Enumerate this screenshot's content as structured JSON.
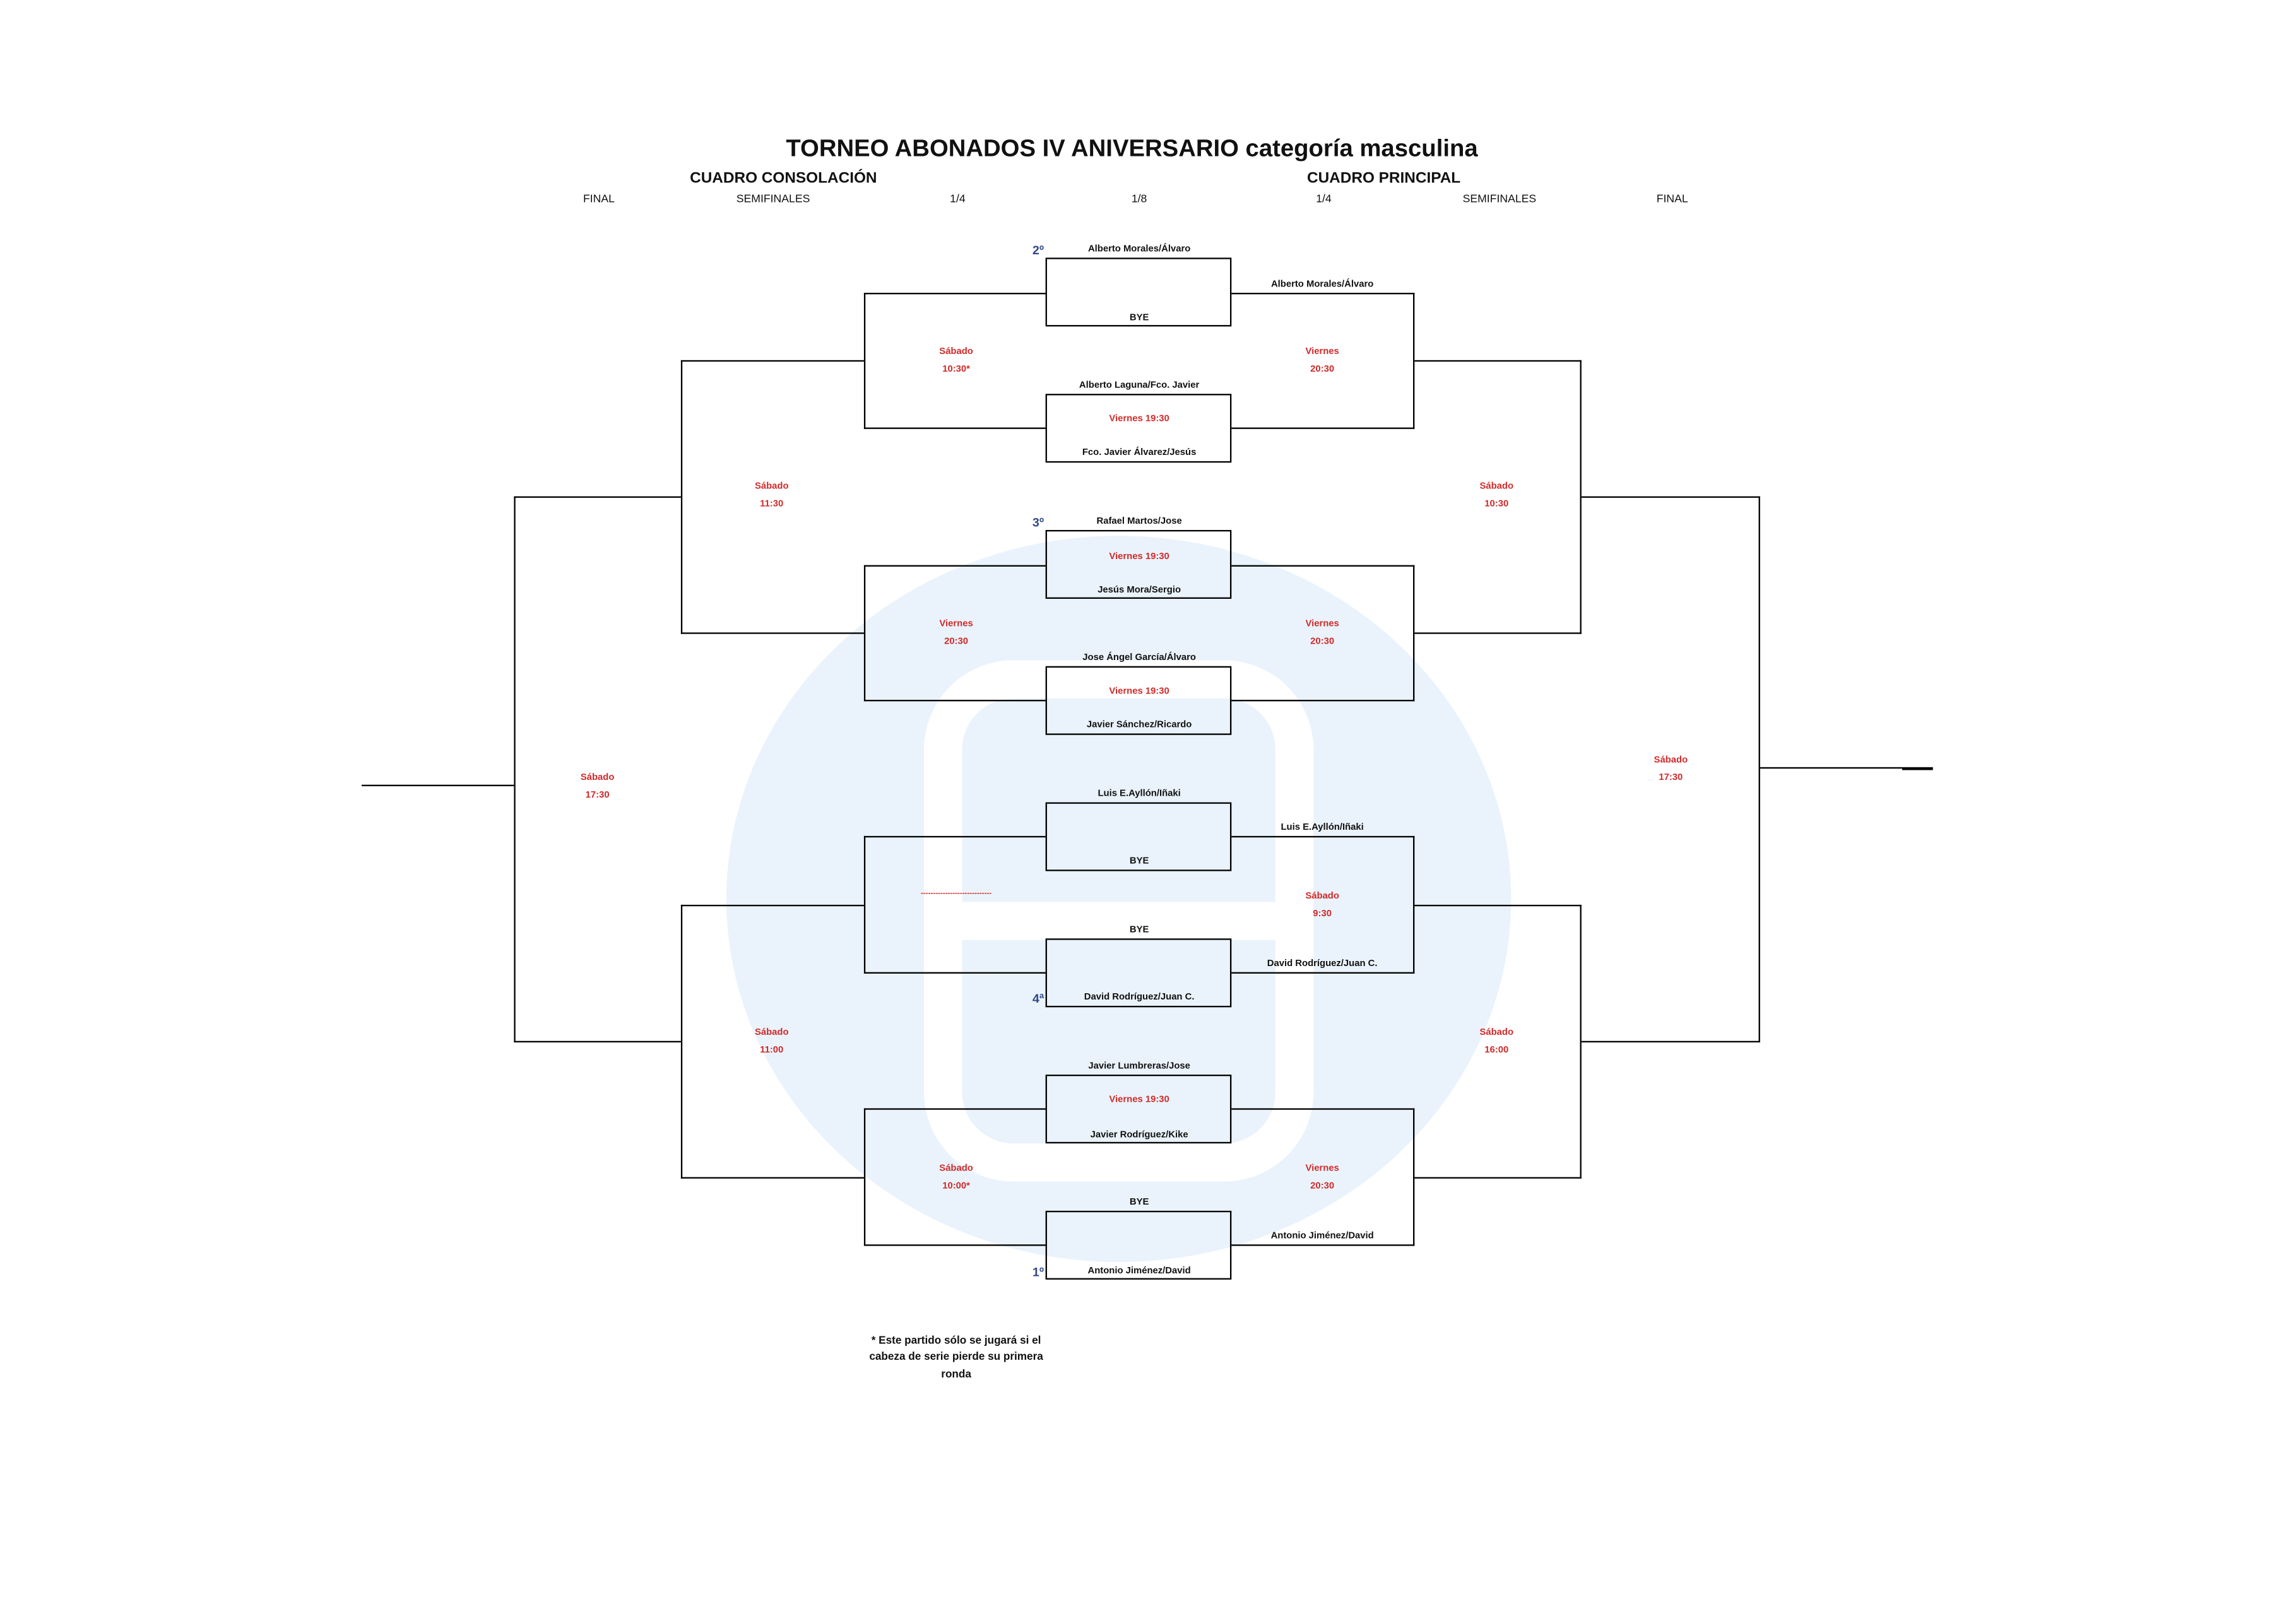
{
  "title": "TORNEO ABONADOS IV ANIVERSARIO categoría masculina",
  "sections": {
    "consolation": "CUADRO CONSOLACIÓN",
    "main": "CUADRO PRINCIPAL"
  },
  "rounds": [
    "FINAL",
    "SEMIFINALES",
    "1/4",
    "1/8",
    "1/4",
    "SEMIFINALES",
    "FINAL"
  ],
  "first_round": [
    {
      "top": "Alberto Morales/Álvaro",
      "bottom": "BYE",
      "seed": "2º"
    },
    {
      "top": "Alberto Laguna/Fco. Javier",
      "time": "Viernes 19:30",
      "bottom": "Fco. Javier Álvarez/Jesús"
    },
    {
      "top": "Rafael Martos/Jose",
      "time": "Viernes 19:30",
      "bottom": "Jesús Mora/Sergio",
      "seed": "3º"
    },
    {
      "top": "Jose Ángel García/Álvaro",
      "time": "Viernes 19:30",
      "bottom": "Javier Sánchez/Ricardo"
    },
    {
      "top": "Luis E.Ayllón/Iñaki",
      "bottom": "BYE"
    },
    {
      "top": "BYE",
      "bottom": "David Rodríguez/Juan C.",
      "seed": "4ª"
    },
    {
      "top": "Javier Lumbreras/Jose",
      "time": "Viernes 19:30",
      "bottom": "Javier Rodríguez/Kike"
    },
    {
      "top": "BYE",
      "bottom": "Antonio Jiménez/David",
      "seed": "1º"
    }
  ],
  "main_qf": {
    "winners": [
      "Alberto Morales/Álvaro",
      "Luis E.Ayllón/Iñaki",
      "David Rodríguez/Juan C.",
      "Antonio Jiménez/David"
    ],
    "times": [
      {
        "day": "Viernes",
        "time": "20:30"
      },
      {
        "day": "Viernes",
        "time": "20:30"
      },
      {
        "day": "Sábado",
        "time": "9:30"
      },
      {
        "day": "Viernes",
        "time": "20:30"
      }
    ]
  },
  "main_sf": [
    {
      "day": "Sábado",
      "time": "10:30"
    },
    {
      "day": "Sábado",
      "time": "16:00"
    }
  ],
  "main_final": {
    "day": "Sábado",
    "time": "17:30"
  },
  "cons_qf": [
    {
      "day": "Sábado",
      "time": "10:30*"
    },
    {
      "day": "Viernes",
      "time": "20:30"
    },
    {
      "dashes": "-----------------------------"
    },
    {
      "day": "Sábado",
      "time": "10:00*"
    }
  ],
  "cons_sf": [
    {
      "day": "Sábado",
      "time": "11:30"
    },
    {
      "day": "Sábado",
      "time": "11:00"
    }
  ],
  "cons_final": {
    "day": "Sábado",
    "time": "17:30"
  },
  "footnote": "* Este partido sólo se jugará si el cabeza de serie pierde su primera ronda",
  "colors": {
    "schedule": "#d12a2a",
    "seed": "#2f4a86",
    "watermark": "#eaf3fb"
  }
}
